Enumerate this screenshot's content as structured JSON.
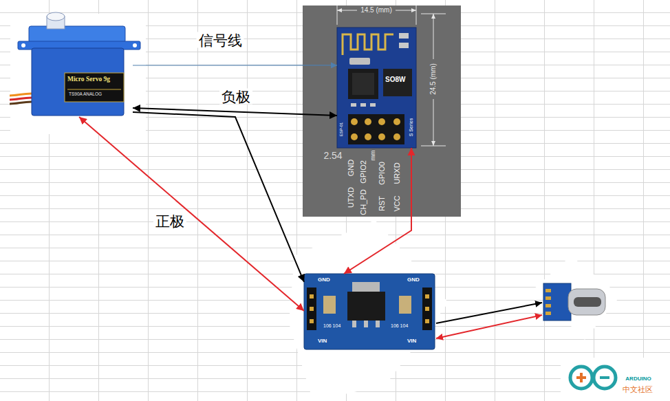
{
  "diagram": {
    "nodes": [
      {
        "text": [
          "Micro Servo 9g",
          "TS90A ANALOG"
        ]
      },
      {
        "text": [
          "SO8W",
          "S Series",
          "ESP-01"
        ]
      },
      {
        "text": [
          "GND",
          "VIN",
          "106 104",
          "106 104",
          "GND",
          "VIN"
        ]
      }
    ],
    "edges": [
      {
        "from": 0,
        "to": 1,
        "arrow": "to",
        "label": "信号线"
      },
      {
        "from": 0,
        "to": 1,
        "arrow": "both",
        "label": "负极"
      },
      {
        "from": 0,
        "to": 2,
        "arrow": "to"
      },
      {
        "from": 0,
        "to": 2,
        "arrow": "both",
        "label": "正极"
      },
      {
        "from": 2,
        "to": 1,
        "arrow": "both"
      }
    ],
    "labels": [
      "14.5 (mm)",
      "24.5 (mm)",
      "2.54",
      "mm",
      "UTXD",
      "GND",
      "CH_PD",
      "GPIO2",
      "RST",
      "GPIO0",
      "VCC",
      "URXD",
      "ARDUINO",
      "中文社区"
    ]
  }
}
